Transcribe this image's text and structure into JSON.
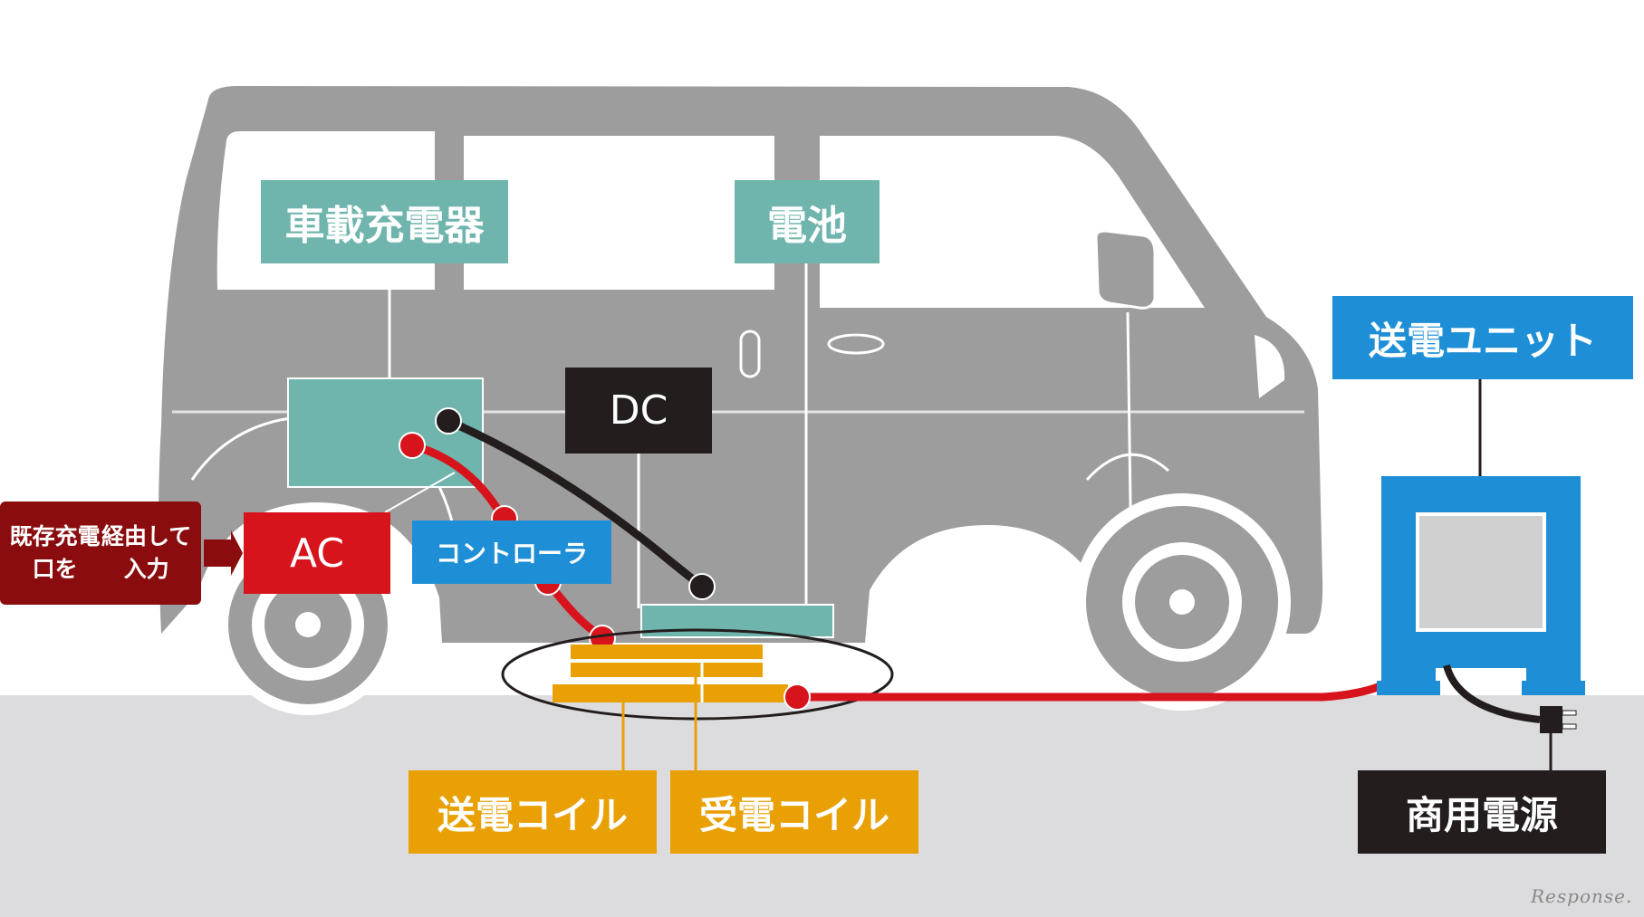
{
  "labels": {
    "onboard_charger": "車載充電器",
    "battery": "電池",
    "dc": "DC",
    "ac": "AC",
    "controller": "コントローラ",
    "existing_port_line1": "既存充電口を",
    "existing_port_line2": "経由して入力",
    "transmitter_unit": "送電ユニット",
    "transmitter_coil": "送電コイル",
    "receiver_coil": "受電コイル",
    "commercial_power": "商用電源"
  },
  "watermark": "Response.",
  "colors": {
    "van_body": "#9d9d9d",
    "ground": "#dcdcde",
    "teal": "#6fb5ad",
    "blue": "#1e8fd6",
    "red": "#d7141c",
    "dark": "#231d1d",
    "amber": "#e9a004",
    "maroon": "#8a0c0e"
  }
}
